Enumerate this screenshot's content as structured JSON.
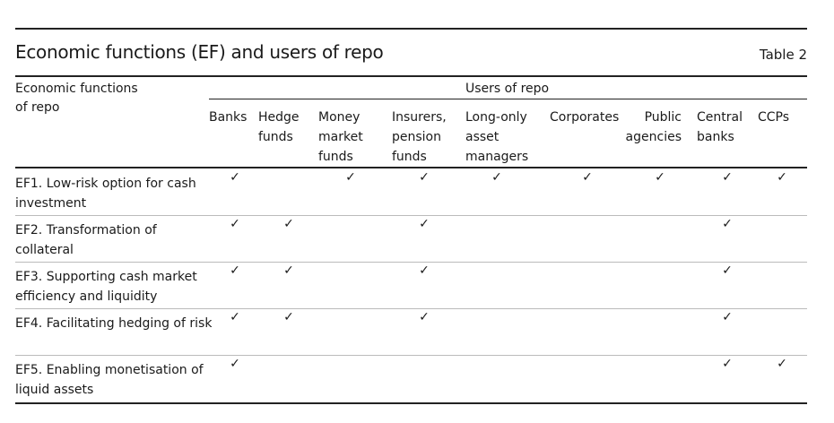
{
  "title": "Economic functions (EF) and users of repo",
  "table_number": "Table 2",
  "row_header": "Economic functions of repo",
  "group_header": "Users of repo",
  "check_symbol": "✓",
  "columns": [
    "Banks",
    "Hedge funds",
    "Money market funds",
    "Insurers, pension funds",
    "Long-only asset managers",
    "Corporates",
    "Public agencies",
    "Central banks",
    "CCPs"
  ],
  "rows": [
    {
      "label": "EF1. Low-risk option for cash investment",
      "checks": [
        true,
        false,
        true,
        true,
        true,
        true,
        true,
        true,
        true
      ]
    },
    {
      "label": "EF2. Transformation of collateral",
      "checks": [
        true,
        true,
        false,
        true,
        false,
        false,
        false,
        true,
        false
      ]
    },
    {
      "label": "EF3. Supporting cash market efficiency and liquidity",
      "checks": [
        true,
        true,
        false,
        true,
        false,
        false,
        false,
        true,
        false
      ]
    },
    {
      "label": "EF4. Facilitating hedging of risk",
      "checks": [
        true,
        true,
        false,
        true,
        false,
        false,
        false,
        true,
        false
      ]
    },
    {
      "label": "EF5. Enabling monetisation of liquid assets",
      "checks": [
        true,
        false,
        false,
        false,
        false,
        false,
        false,
        true,
        true
      ]
    }
  ]
}
